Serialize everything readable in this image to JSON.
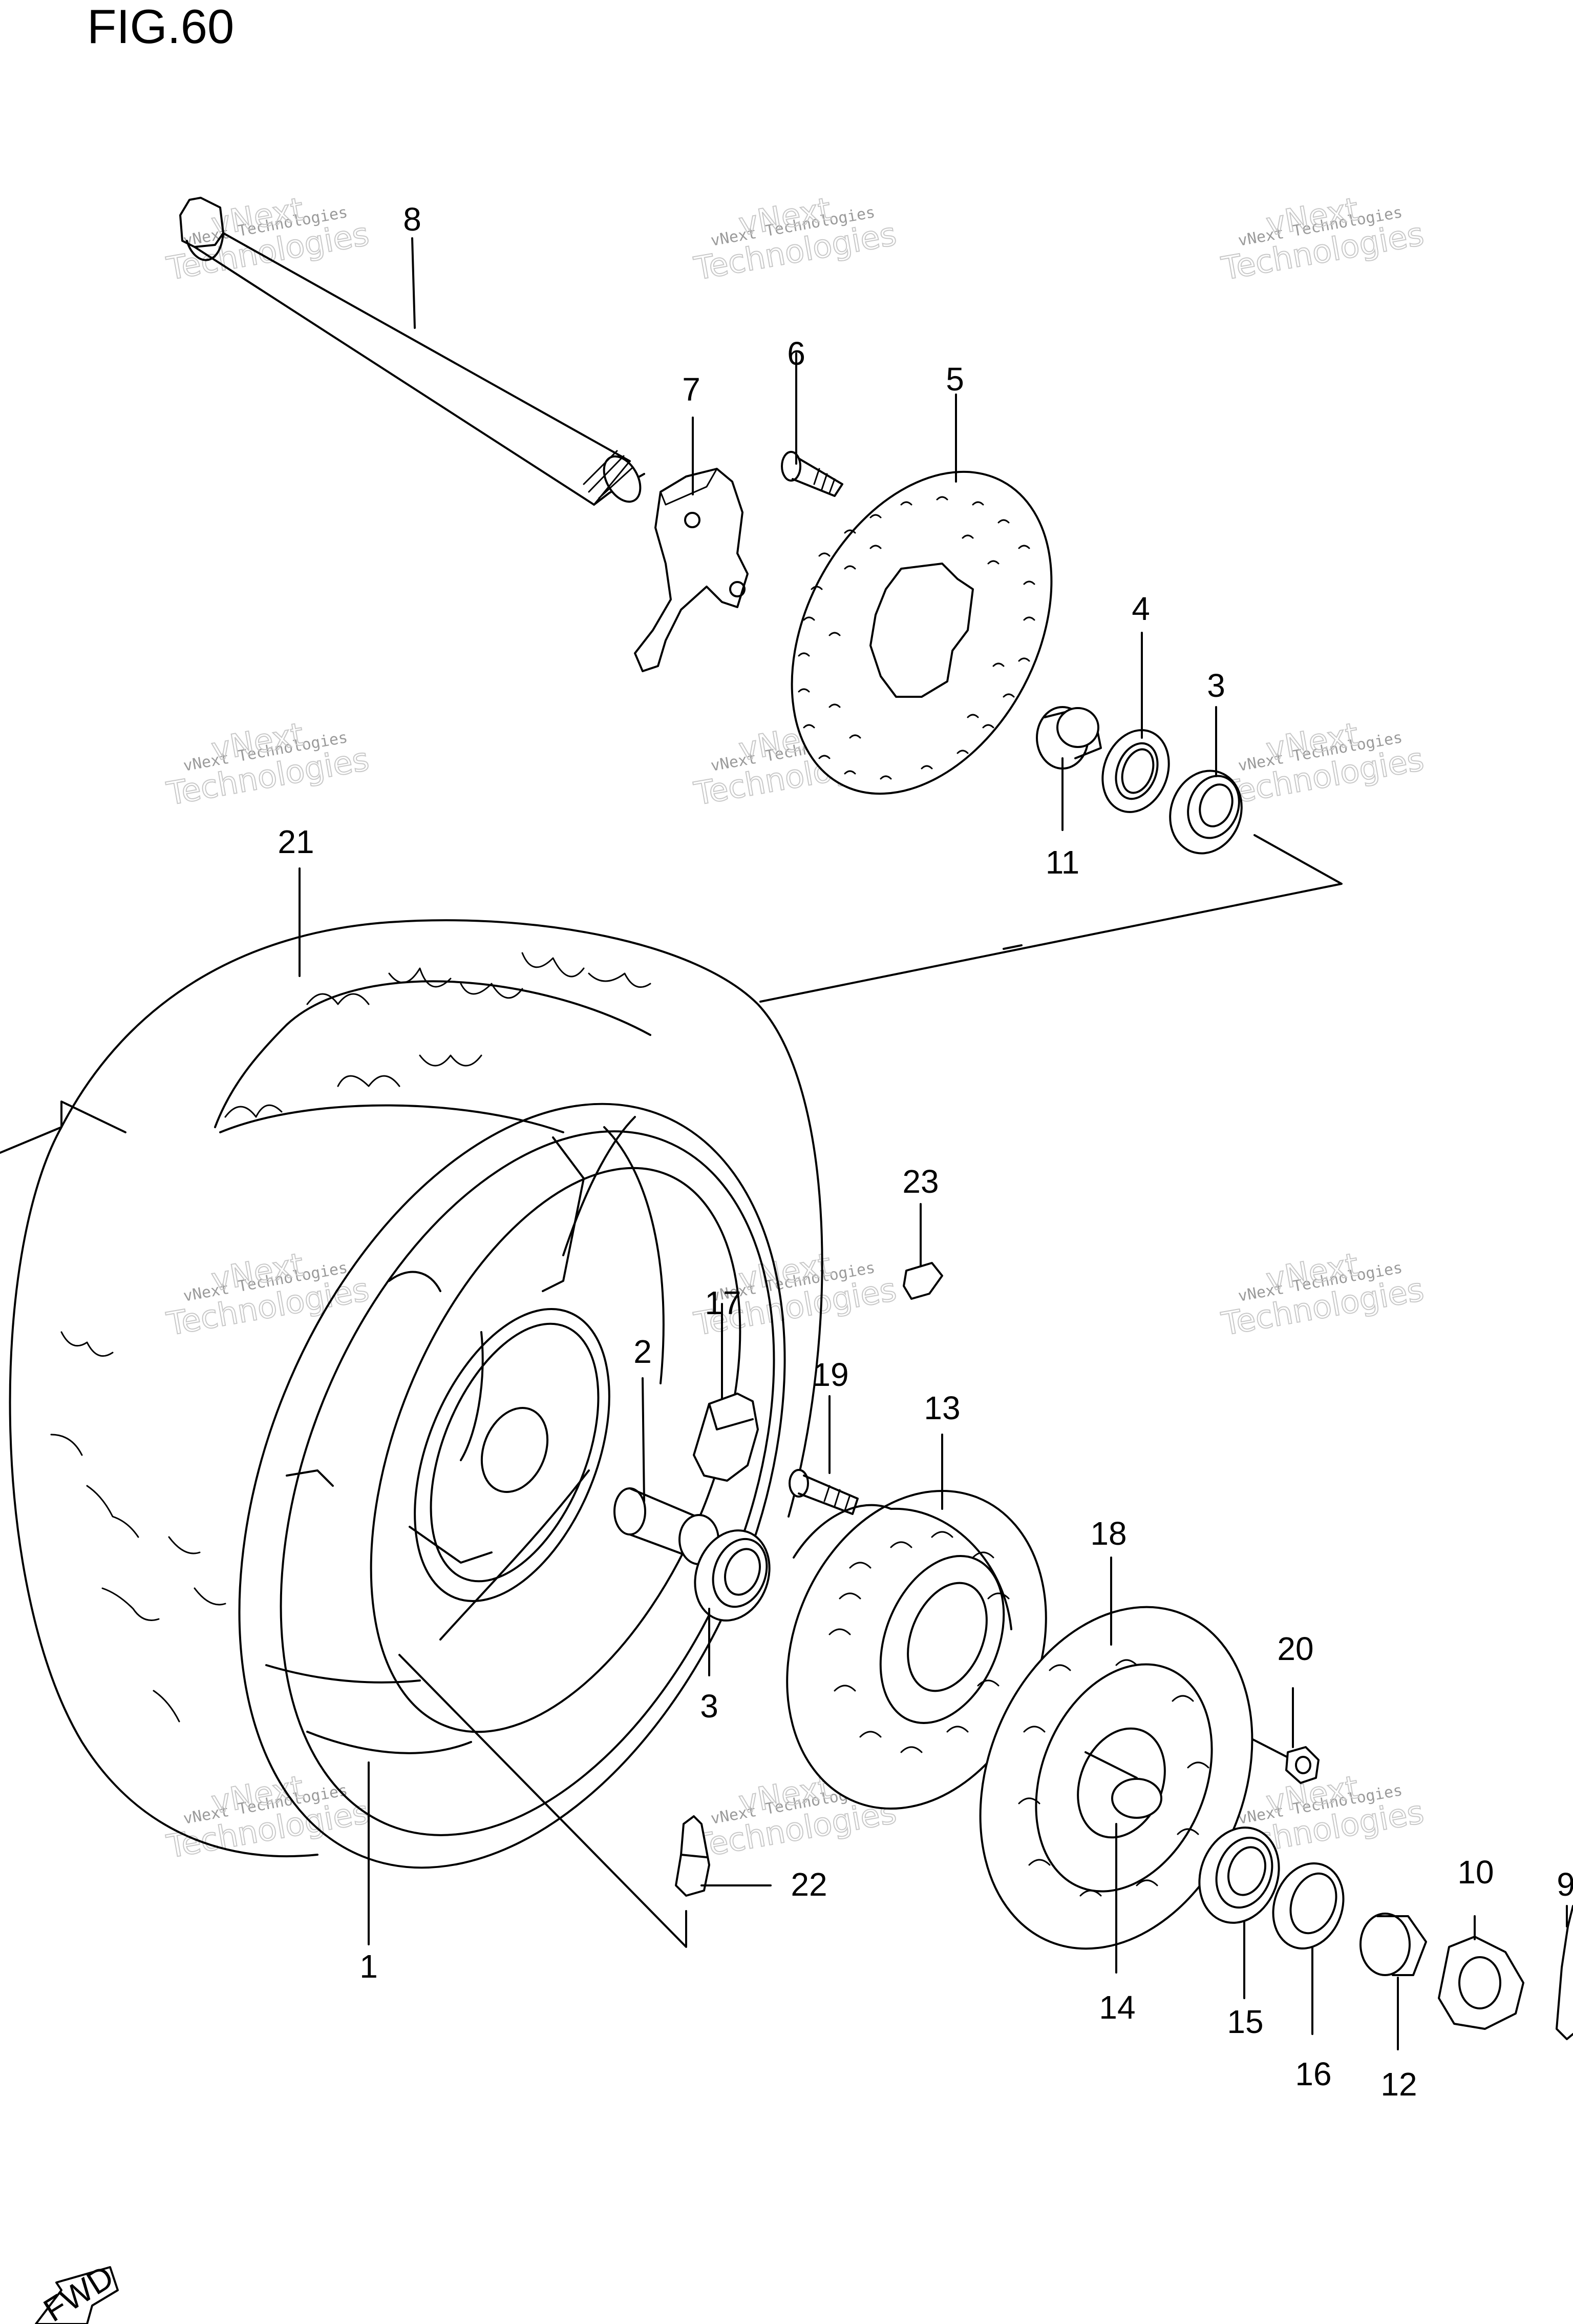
{
  "figure": {
    "title": "FIG.60",
    "watermark_line1": "vNext Technologies",
    "watermark_line2": "vNext",
    "watermark_line3": "Technologies",
    "fwd_label": "FWD"
  },
  "parts": [
    {
      "label": "1"
    },
    {
      "label": "2"
    },
    {
      "label": "3"
    },
    {
      "label": "3"
    },
    {
      "label": "4"
    },
    {
      "label": "5"
    },
    {
      "label": "6"
    },
    {
      "label": "7"
    },
    {
      "label": "8"
    },
    {
      "label": "9"
    },
    {
      "label": "10"
    },
    {
      "label": "11"
    },
    {
      "label": "12"
    },
    {
      "label": "13"
    },
    {
      "label": "14"
    },
    {
      "label": "15"
    },
    {
      "label": "16"
    },
    {
      "label": "17"
    },
    {
      "label": "18"
    },
    {
      "label": "19"
    },
    {
      "label": "20"
    },
    {
      "label": "21"
    },
    {
      "label": "22"
    },
    {
      "label": "23"
    }
  ]
}
